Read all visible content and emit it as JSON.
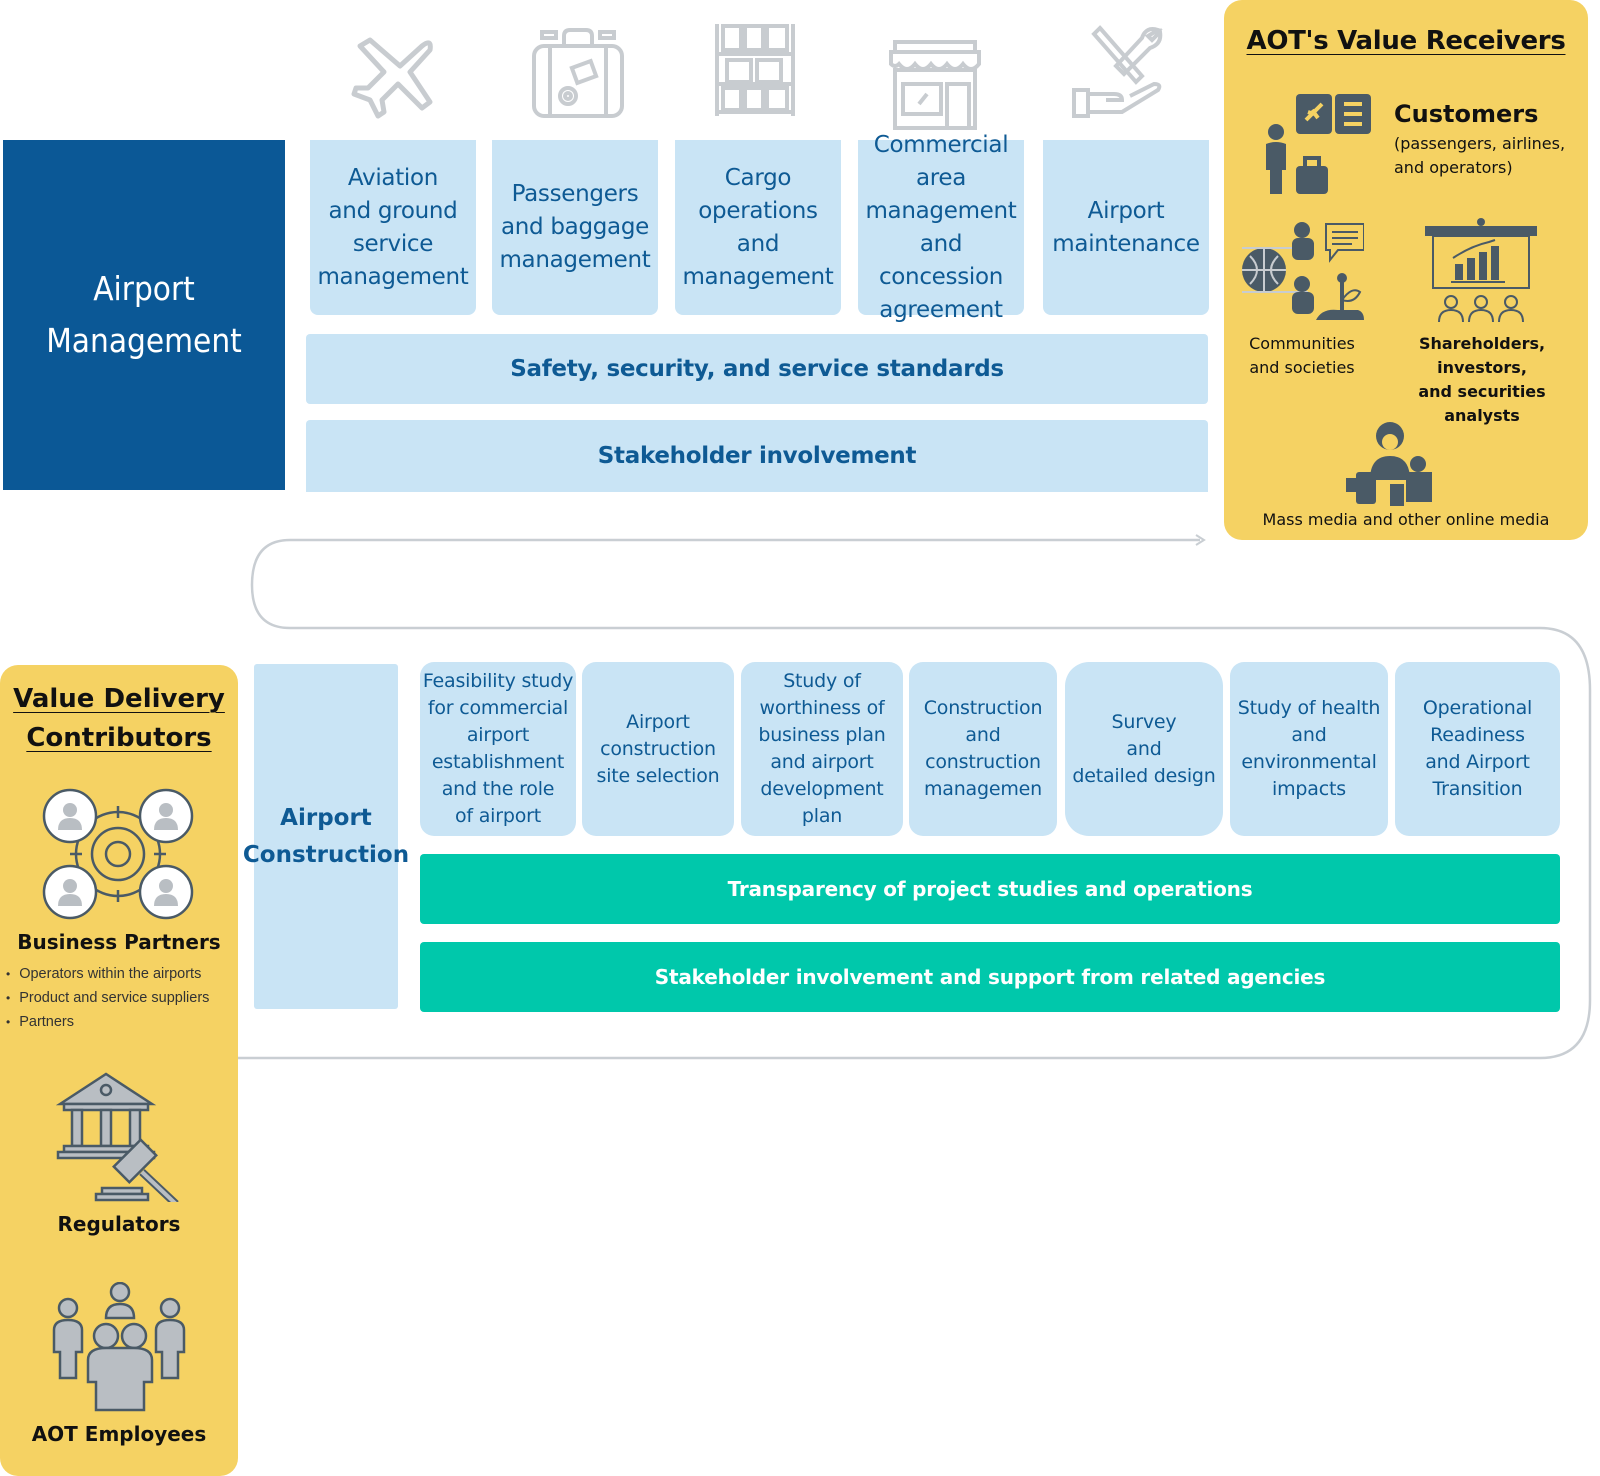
{
  "airport_management": {
    "title_line1": "Airport",
    "title_line2": "Management",
    "services": [
      {
        "label": "Aviation\nand ground\nservice\nmanagement",
        "icon": "airplane-icon"
      },
      {
        "label": "Passengers\nand baggage\nmanagement",
        "icon": "suitcase-icon"
      },
      {
        "label": "Cargo\noperations\nand\nmanagement",
        "icon": "cargo-shelf-icon"
      },
      {
        "label": "Commercial\narea\nmanagement\nand concession\nagreement",
        "icon": "storefront-icon"
      },
      {
        "label": "Airport\nmaintenance",
        "icon": "maintenance-tools-icon"
      }
    ],
    "bands": [
      "Safety, security, and service standards",
      "Stakeholder involvement"
    ]
  },
  "value_receivers": {
    "title": "AOT's Value Receivers",
    "customers_title": "Customers",
    "customers_subtitle": "(passengers, airlines,\nand operators)",
    "communities": "Communities\nand societies",
    "shareholders": "Shareholders,\ninvestors,\nand securities analysts",
    "media": "Mass media and other online media"
  },
  "airport_construction": {
    "title": "Airport\nConstruction",
    "steps": [
      "Feasibility study\nfor commercial\nairport\nestablishment\nand the role\nof airport",
      "Airport\nconstruction\nsite selection",
      "Study of\nworthiness of\nbusiness plan\nand airport\ndevelopment plan",
      "Construction\nand\nconstruction\nmanagemen",
      "Survey\nand\ndetailed design",
      "Study of health\nand\nenvironmental\nimpacts",
      "Operational\nReadiness\nand Airport\nTransition"
    ],
    "bands": [
      "Transparency of project studies and operations",
      "Stakeholder involvement and support from related agencies"
    ]
  },
  "value_delivery_contributors": {
    "title_line1": "Value Delivery",
    "title_line2": "Contributors",
    "business_partners": "Business Partners",
    "business_partner_items": [
      "Operators within the airports",
      "Product and service suppliers",
      "Partners"
    ],
    "regulators": "Regulators",
    "employees": "AOT Employees"
  },
  "colors": {
    "management_blue": "#0b5896",
    "light_blue": "#c9e4f5",
    "text_blue": "#0e5a94",
    "teal": "#00c8ab",
    "yellow": "#f5d263",
    "icon_dark": "#4a5a66",
    "icon_gray": "#c8ccd0"
  }
}
